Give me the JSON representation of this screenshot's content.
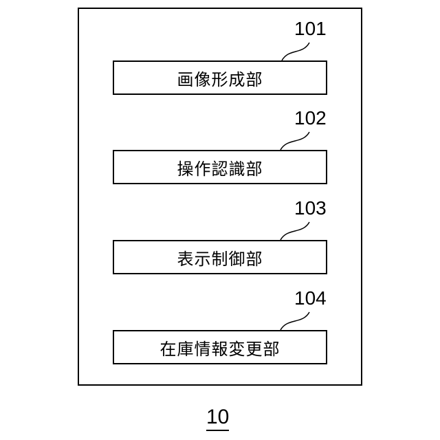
{
  "diagram": {
    "figure_label": "10",
    "blocks": [
      {
        "label": "画像形成部",
        "ref": "101"
      },
      {
        "label": "操作認識部",
        "ref": "102"
      },
      {
        "label": "表示制御部",
        "ref": "103"
      },
      {
        "label": "在庫情報変更部",
        "ref": "104"
      }
    ]
  }
}
